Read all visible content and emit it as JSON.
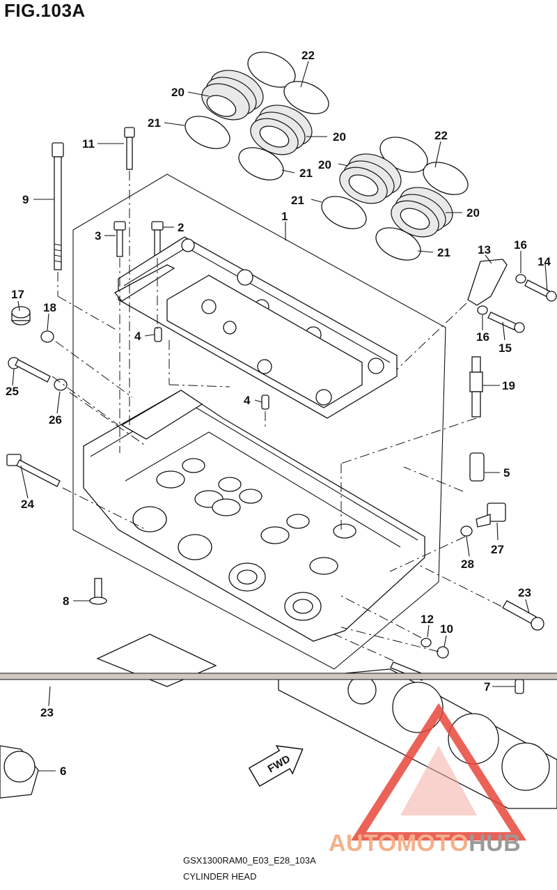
{
  "figure": {
    "title": "FIG.103A",
    "code": "GSX1300RAM0_E03_E28_103A",
    "name": "CYLINDER HEAD"
  },
  "callouts": {
    "c1": "1",
    "c2": "2",
    "c3": "3",
    "c4a": "4",
    "c4b": "4",
    "c5": "5",
    "c6": "6",
    "c7": "7",
    "c8": "8",
    "c9": "9",
    "c10": "10",
    "c11": "11",
    "c12": "12",
    "c13": "13",
    "c14": "14",
    "c15": "15",
    "c16a": "16",
    "c16b": "16",
    "c17": "17",
    "c18": "18",
    "c19": "19",
    "c20a": "20",
    "c20b": "20",
    "c20c": "20",
    "c20d": "20",
    "c21a": "21",
    "c21b": "21",
    "c21c": "21",
    "c21d": "21",
    "c22a": "22",
    "c22b": "22",
    "c23a": "23",
    "c23b": "23",
    "c24": "24",
    "c25": "25",
    "c26": "26",
    "c27": "27",
    "c28": "28"
  },
  "direction_arrow": "FWD",
  "watermark": {
    "part1": "AUTOMOTO",
    "part2": "HUB"
  },
  "colors": {
    "line": "#111111",
    "watermark_red": "#e8473c",
    "watermark_orange": "#f5b08a",
    "watermark_gray": "#9a9a9a"
  }
}
